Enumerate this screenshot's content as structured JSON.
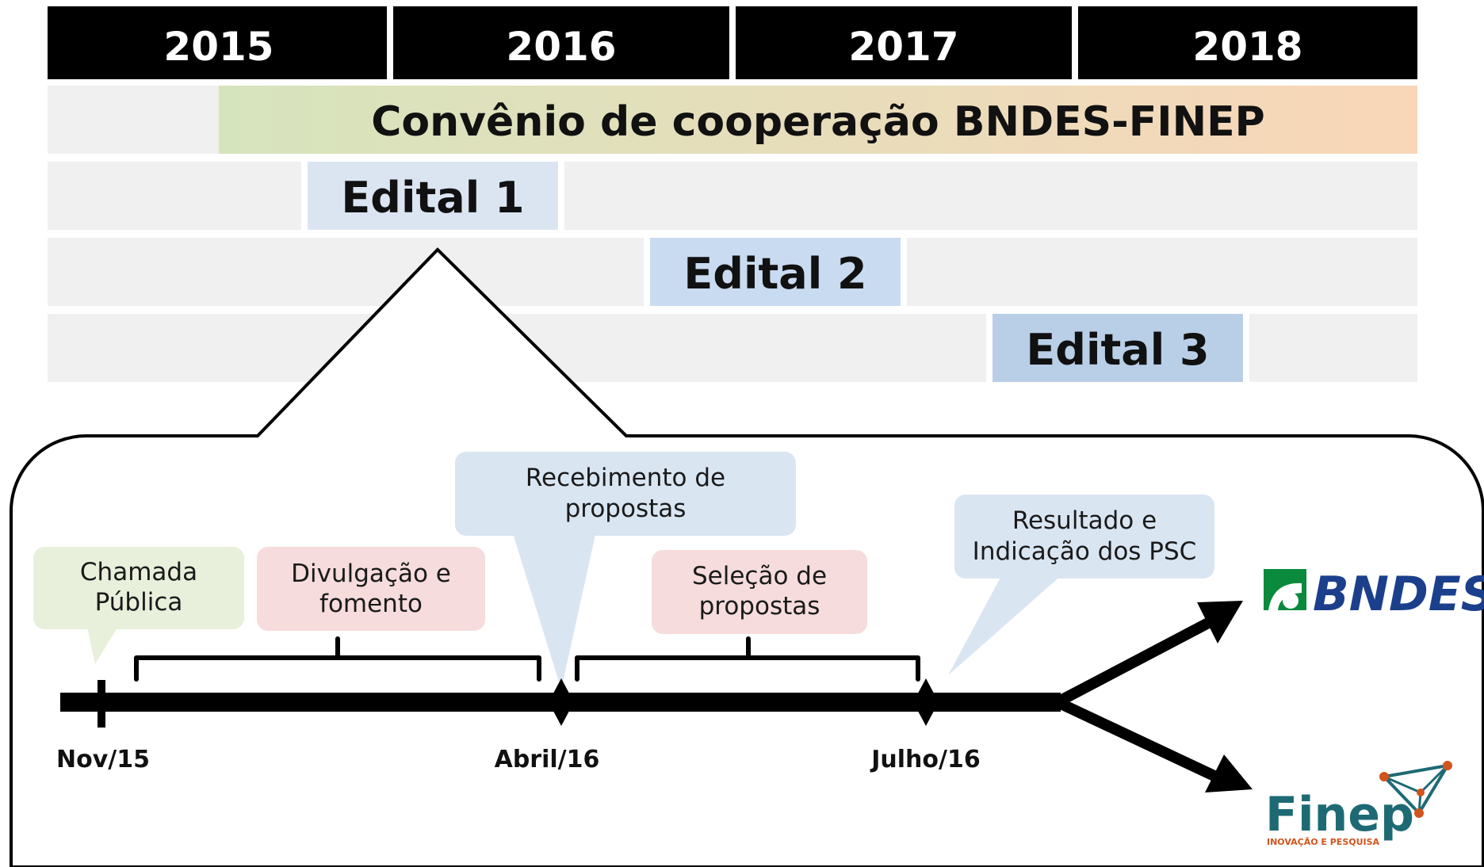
{
  "years": [
    "2015",
    "2016",
    "2017",
    "2018"
  ],
  "convenio": {
    "label": "Convênio de cooperação BNDES-FINEP"
  },
  "editais": [
    {
      "label": "Edital 1",
      "color": "#dbe5f2"
    },
    {
      "label": "Edital 2",
      "color": "#c9dbf0"
    },
    {
      "label": "Edital 3",
      "color": "#b9cfe7"
    }
  ],
  "phases": {
    "chamada": {
      "line1": "Chamada",
      "line2": "Pública",
      "color": "#e8f0dc"
    },
    "divulgacao": {
      "line1": "Divulgação e",
      "line2": "fomento",
      "color": "#f6dcdc"
    },
    "recebimento": {
      "line1": "Recebimento de",
      "line2": "propostas",
      "color": "#dae5f2"
    },
    "selecao": {
      "line1": "Seleção de",
      "line2": "propostas",
      "color": "#f6dcdc"
    },
    "resultado": {
      "line1": "Resultado e",
      "line2": "Indicação dos PSC",
      "color": "#dae5f2"
    }
  },
  "dates": [
    "Nov/15",
    "Abril/16",
    "Julho/16"
  ],
  "logos": {
    "bndes": {
      "text": "BNDES",
      "color": "#1b3f8b",
      "green": "#0a8a3c"
    },
    "finep": {
      "text": "Finep",
      "subtitle": "INOVAÇÃO E PESQUISA",
      "color": "#1e6a74",
      "accent": "#d2541d"
    }
  },
  "colors": {
    "year_bar": "#000000",
    "row_bg": "#f0f0f0",
    "convenio_start": "#d6e4bd",
    "convenio_end": "#f9d6b8"
  }
}
